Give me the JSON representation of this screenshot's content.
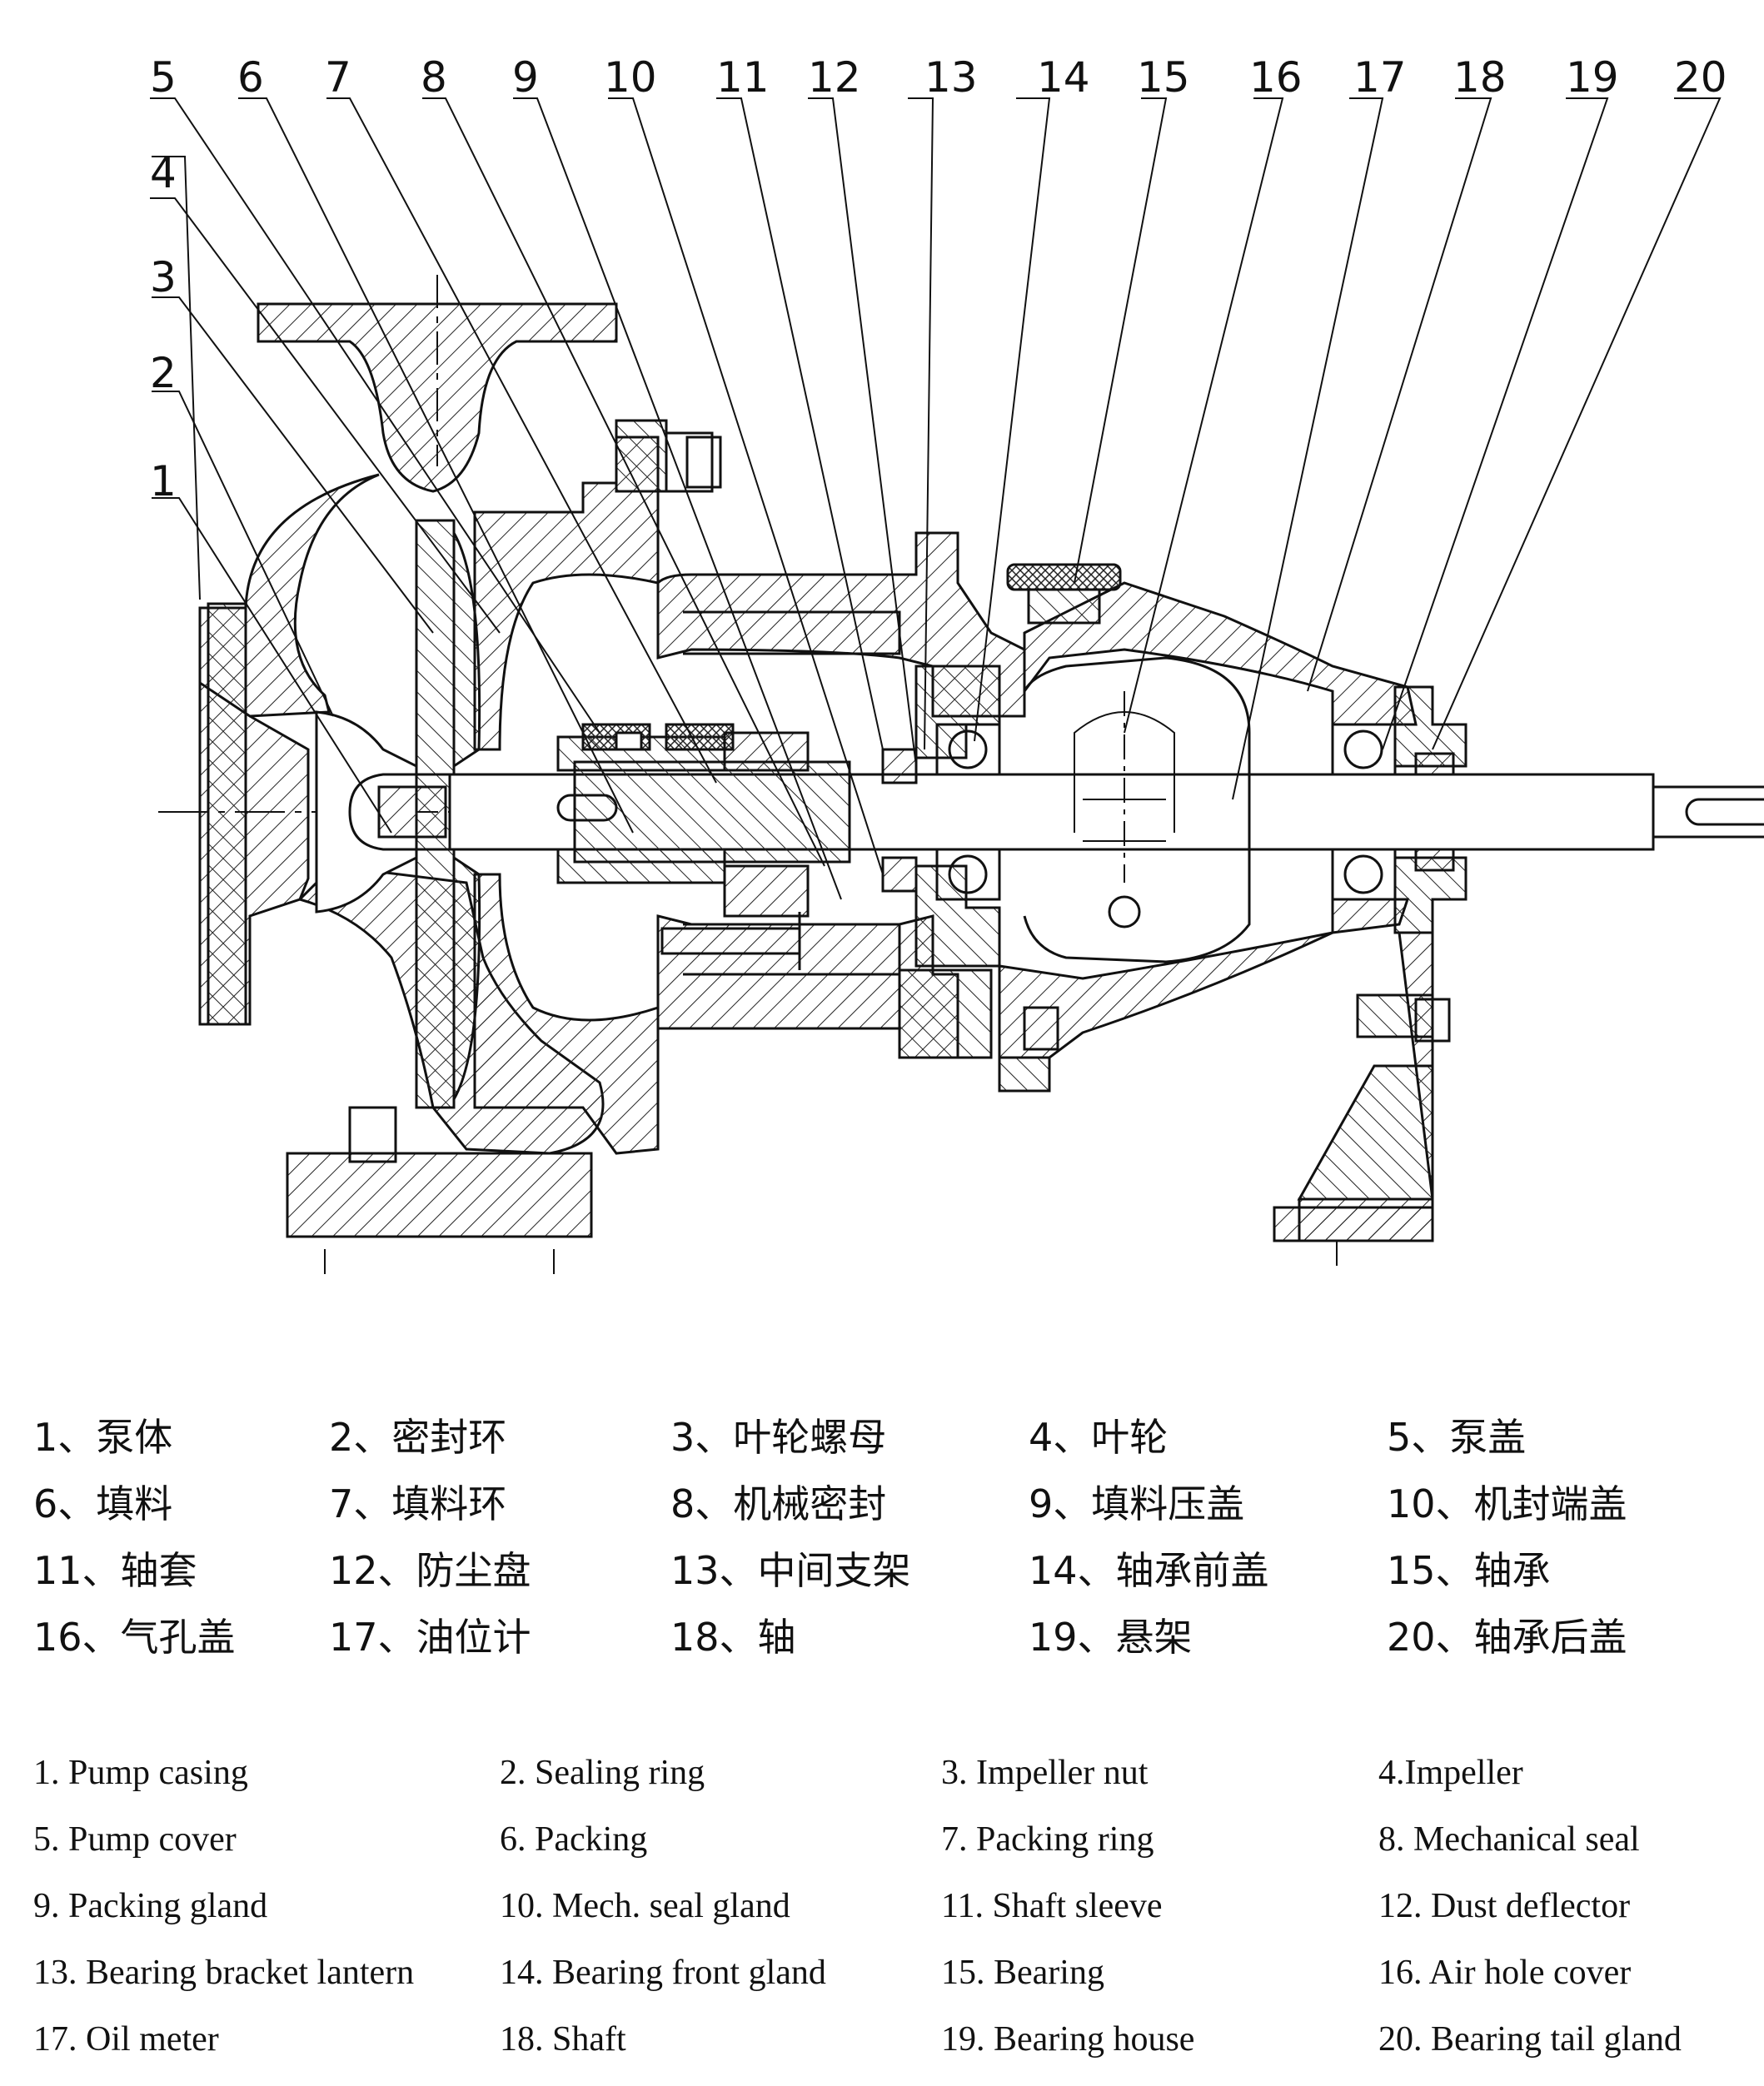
{
  "callout_numbers": [
    "1",
    "2",
    "3",
    "4",
    "5",
    "6",
    "7",
    "8",
    "9",
    "10",
    "11",
    "12",
    "13",
    "14",
    "15",
    "16",
    "17",
    "18",
    "19",
    "20"
  ],
  "legend_cn": [
    [
      "1、泵体",
      "2、密封环",
      "3、叶轮螺母",
      "4、叶轮",
      "5、泵盖"
    ],
    [
      "6、填料",
      "7、填料环",
      "8、机械密封",
      "9、填料压盖",
      "10、机封端盖"
    ],
    [
      "11、轴套",
      "12、防尘盘",
      "13、中间支架",
      "14、轴承前盖",
      "15、轴承"
    ],
    [
      "16、气孔盖",
      "17、油位计",
      "18、轴",
      "19、悬架",
      "20、轴承后盖"
    ]
  ],
  "legend_en": [
    [
      "1. Pump casing",
      "2. Sealing ring",
      "3. Impeller nut",
      "4.Impeller"
    ],
    [
      "5. Pump cover",
      "6. Packing",
      "7. Packing ring",
      "8. Mechanical seal"
    ],
    [
      "9. Packing gland",
      "10. Mech. seal gland",
      "11. Shaft sleeve",
      "12. Dust deflector"
    ],
    [
      "13. Bearing bracket lantern",
      "14. Bearing front gland",
      "15. Bearing",
      "16. Air hole cover"
    ],
    [
      "17. Oil meter",
      "18. Shaft",
      "19. Bearing house",
      "20. Bearing tail gland"
    ]
  ]
}
